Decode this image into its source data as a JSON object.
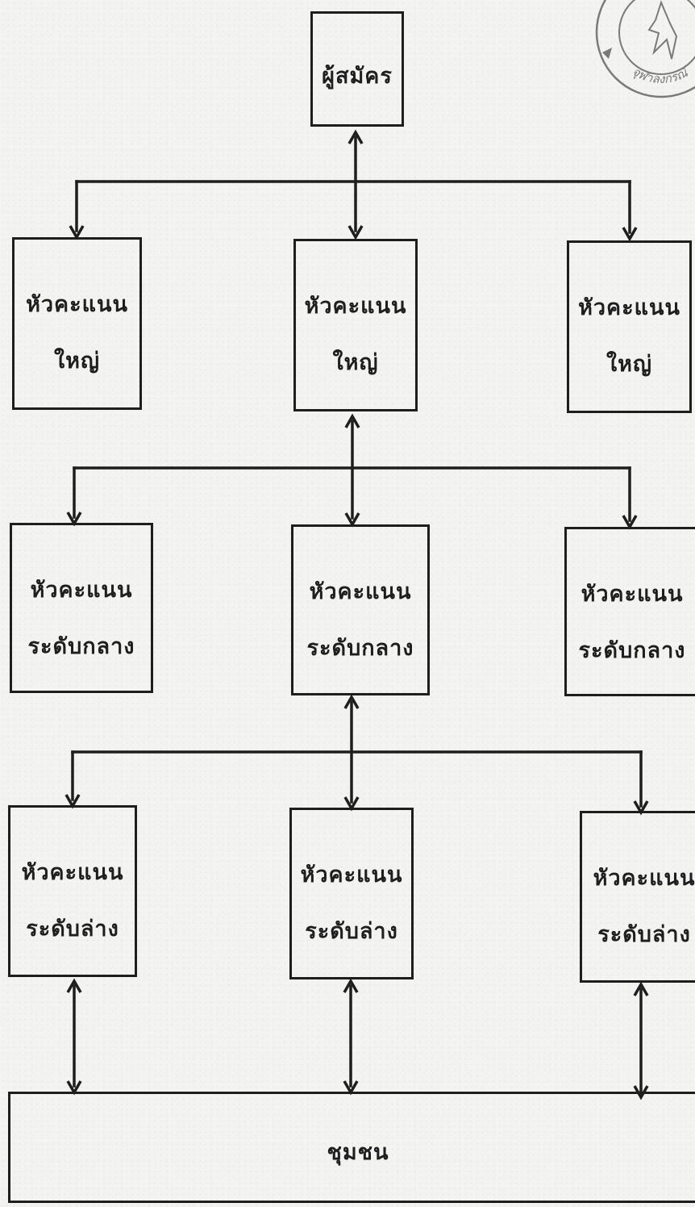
{
  "diagram": {
    "top": {
      "label": "ผู้สมัคร"
    },
    "level_1": [
      {
        "line1": "หัวคะแนน",
        "line2": "ใหญ่"
      },
      {
        "line1": "หัวคะแนน",
        "line2": "ใหญ่"
      },
      {
        "line1": "หัวคะแนน",
        "line2": "ใหญ่"
      }
    ],
    "level_2": [
      {
        "line1": "หัวคะแนน",
        "line2": "ระดับกลาง"
      },
      {
        "line1": "หัวคะแนน",
        "line2": "ระดับกลาง"
      },
      {
        "line1": "หัวคะแนน",
        "line2": "ระดับกลาง"
      }
    ],
    "level_3": [
      {
        "line1": "หัวคะแนน",
        "line2": "ระดับล่าง"
      },
      {
        "line1": "หัวคะแนน",
        "line2": "ระดับล่าง"
      },
      {
        "line1": "หัวคะแนน",
        "line2": "ระดับล่าง"
      }
    ],
    "bottom": {
      "label": "ชุมชน"
    },
    "seal_text": "จุฬาลงกรณ์"
  },
  "colors": {
    "ink": "#1e1e1e",
    "paper": "#f3f3f1",
    "seal_ink": "#7a7a7a"
  }
}
